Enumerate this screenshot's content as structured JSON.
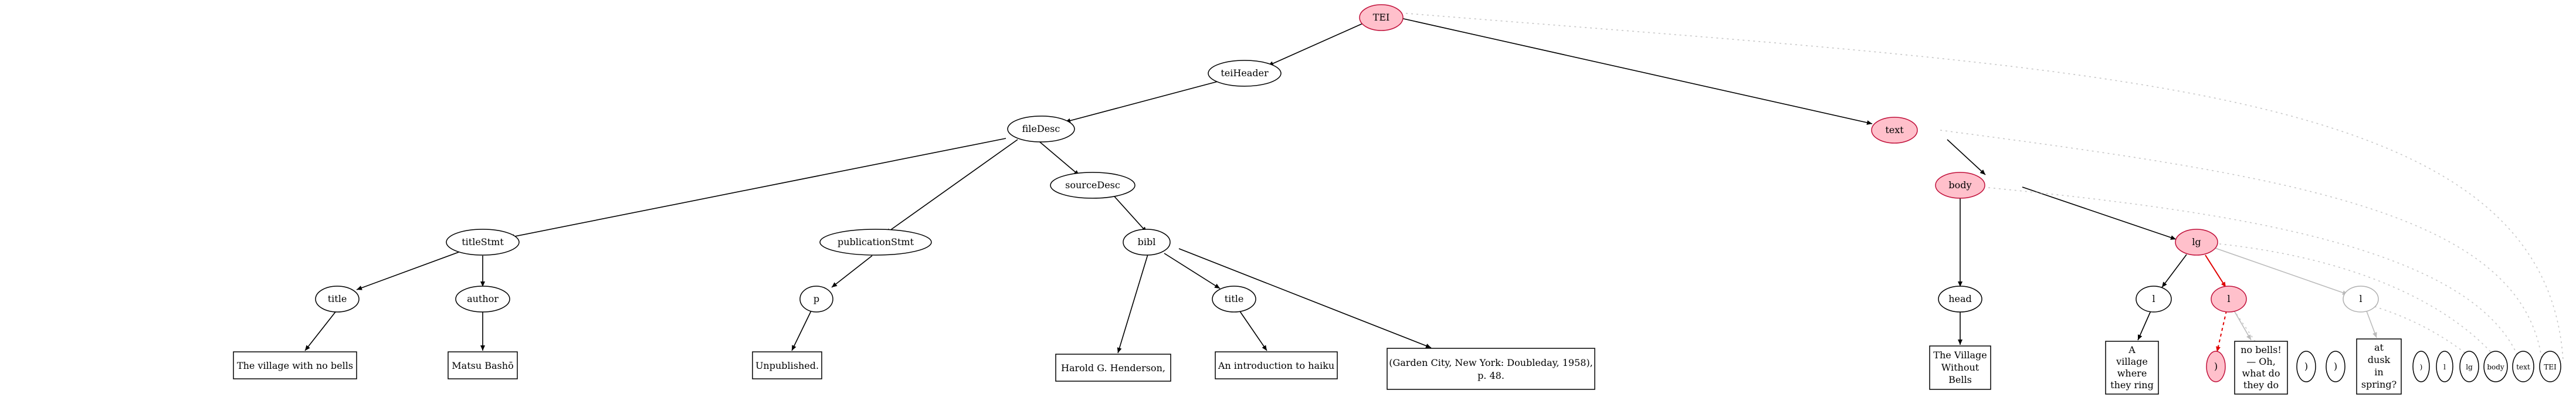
{
  "nodes": {
    "tei": "TEI",
    "teiHeader": "teiHeader",
    "fileDesc": "fileDesc",
    "text": "text",
    "sourceDesc": "sourceDesc",
    "body": "body",
    "titleStmt": "titleStmt",
    "publicationStmt": "publicationStmt",
    "bibl": "bibl",
    "lg": "lg",
    "title1": "title",
    "author": "author",
    "p": "p",
    "title2": "title",
    "head": "head",
    "l1": "l",
    "l2": "l",
    "l3": "l",
    "leaf_title": "The village with no bells",
    "leaf_author": "Matsu Bashō",
    "leaf_unpublished": "Unpublished.",
    "leaf_henderson": "Harold G. Henderson,",
    "leaf_intro": "An introduction to haiku",
    "leaf_garden": [
      "(Garden City, New York: Doubleday, 1958),",
      "p. 48."
    ],
    "leaf_head": [
      "The Village",
      "Without",
      "Bells"
    ],
    "leaf_l1": [
      "A",
      "village",
      "where",
      "they ring"
    ],
    "leaf_l2": [
      "no bells!",
      "— Oh,",
      "what do",
      "they do"
    ],
    "leaf_l3": [
      "at",
      "dusk",
      "in",
      "spring?"
    ],
    "mini": [
      ")",
      ")",
      ")",
      "l",
      "lg",
      "body",
      "text",
      "TEI"
    ]
  },
  "colors": {
    "highlight_fill": "#ffc0cb",
    "highlight_stroke": "#c0103a",
    "active_edge": "#e00000",
    "dim": "#b0b0b0"
  }
}
